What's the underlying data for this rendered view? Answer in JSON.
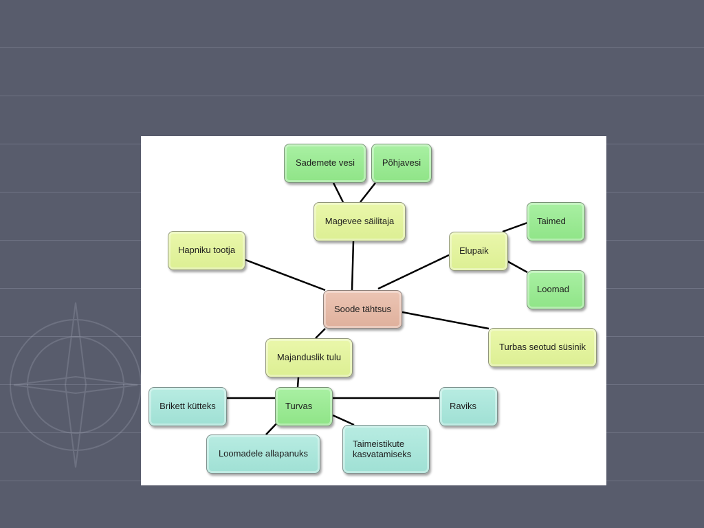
{
  "colors": {
    "background": "#585c6c",
    "canvas": "#ffffff",
    "green_node": "#9be893",
    "yellow_node": "#e2f29e",
    "teal_node": "#a8e4d9",
    "center_node": "#e4b9a6",
    "connector": "#000000"
  },
  "diagram": {
    "center": "Soode tähtsus",
    "nodes": {
      "sademete_vesi": "Sademete vesi",
      "pohjavesi": "Põhjavesi",
      "magevee_sailitaja": "Magevee säilitaja",
      "hapniku_tootja": "Hapniku tootja",
      "elupaik": "Elupaik",
      "taimed": "Taimed",
      "loomad": "Loomad",
      "turbas_seotud_susinik": "Turbas seotud süsinik",
      "majanduslik_tulu": "Majanduslik tulu",
      "turvas": "Turvas",
      "brikett_kutteks": "Brikett kütteks",
      "raviks": "Raviks",
      "loomadele_allapanuks": "Loomadele allapanuks",
      "taimeistikute_kasvatamiseks_line1": "Taimeistikute",
      "taimeistikute_kasvatamiseks_line2": "kasvatamiseks"
    },
    "connections": [
      [
        "center",
        "magevee_sailitaja"
      ],
      [
        "center",
        "hapniku_tootja"
      ],
      [
        "center",
        "elupaik"
      ],
      [
        "center",
        "turbas_seotud_susinik"
      ],
      [
        "center",
        "majanduslik_tulu"
      ],
      [
        "magevee_sailitaja",
        "sademete_vesi"
      ],
      [
        "magevee_sailitaja",
        "pohjavesi"
      ],
      [
        "elupaik",
        "taimed"
      ],
      [
        "elupaik",
        "loomad"
      ],
      [
        "majanduslik_tulu",
        "turvas"
      ],
      [
        "turvas",
        "brikett_kutteks"
      ],
      [
        "turvas",
        "raviks"
      ],
      [
        "turvas",
        "loomadele_allapanuks"
      ],
      [
        "turvas",
        "taimeistikute_kasvatamiseks"
      ]
    ]
  }
}
